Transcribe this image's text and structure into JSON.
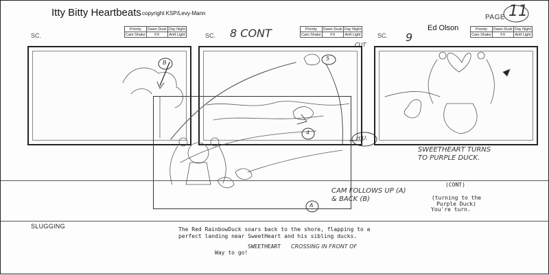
{
  "header": {
    "title": "Itty Bitty Heartbeats",
    "copyright": "copyright KSP/Levy-Mann",
    "artist": "Ed Olson",
    "page_label": "PAGE",
    "page_number": "11"
  },
  "grid_labels": {
    "row1": [
      "Priority",
      "Dawn Dusk",
      "Day Night"
    ],
    "row2": [
      "Cam Shake",
      "FX",
      "Artif Light"
    ]
  },
  "panels": [
    {
      "sc_label": "SC.",
      "scene_number": ""
    },
    {
      "sc_label": "SC.",
      "scene_number": "8 CONT"
    },
    {
      "sc_label": "SC.",
      "scene_number": "9"
    }
  ],
  "annotations": {
    "cut": "CUT",
    "marker_b": "B",
    "marker_5": "5",
    "marker_4": "4",
    "marker_a": "A",
    "hu": "H.U.",
    "sweetheart_note": "SWEETHEART TURNS TO PURPLE DUCK.",
    "cam_note": "CAM FOLLOWS UP (A) & BACK (B)",
    "crossing": "CROSSING IN FRONT OF"
  },
  "script": {
    "slugging_label": "SLUGGING",
    "action_line1": "The Red RainbowDuck soars back to the shore, flapping to a",
    "action_line2": "perfect landing near SweetHeart and his sibling ducks.",
    "character": "SWEETHEART",
    "dialogue": "Way to go!",
    "cont": "(CONT)",
    "parenthetical": "(turning to the Purple Duck)",
    "dialogue2": "You're turn."
  }
}
